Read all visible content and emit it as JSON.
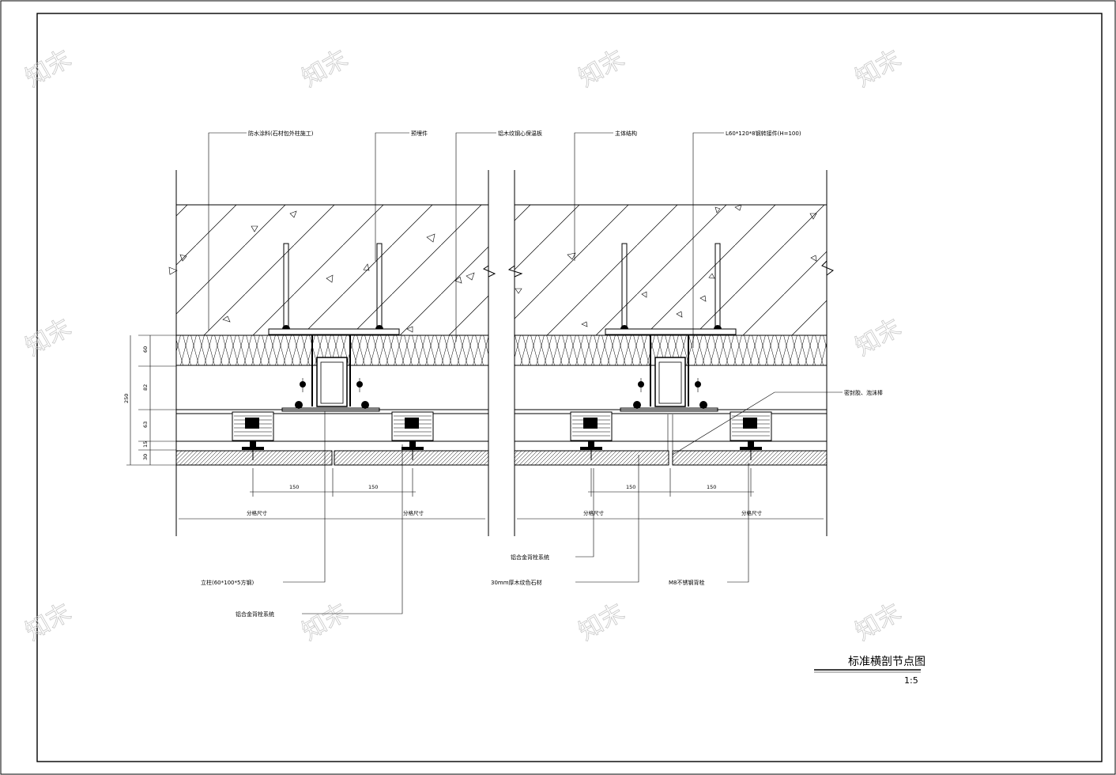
{
  "drawing": {
    "title": "标准横剖节点图",
    "scale": "1:5"
  },
  "labels": {
    "top": [
      "防水涂料(石材包外柱施工)",
      "预埋件",
      "铝木纹钢心保温板",
      "主体结构",
      "L60*120*8钢转接件(H=100)"
    ],
    "right": "密封胶、泡沫棒",
    "bottom": [
      "立柱(60*100*5方钢)",
      "铝合金背栓系统",
      "铝合金背栓系统",
      "30mm厚木纹色石材",
      "M8不锈钢背栓"
    ]
  },
  "dimensions": {
    "vertical": [
      "60",
      "82",
      "63",
      "15",
      "30"
    ],
    "total": "250",
    "horizontal": [
      "150",
      "150",
      "150",
      "150"
    ],
    "grid": [
      "分格尺寸",
      "分格尺寸",
      "分格尺寸",
      "分格尺寸"
    ]
  },
  "watermark": "知末"
}
